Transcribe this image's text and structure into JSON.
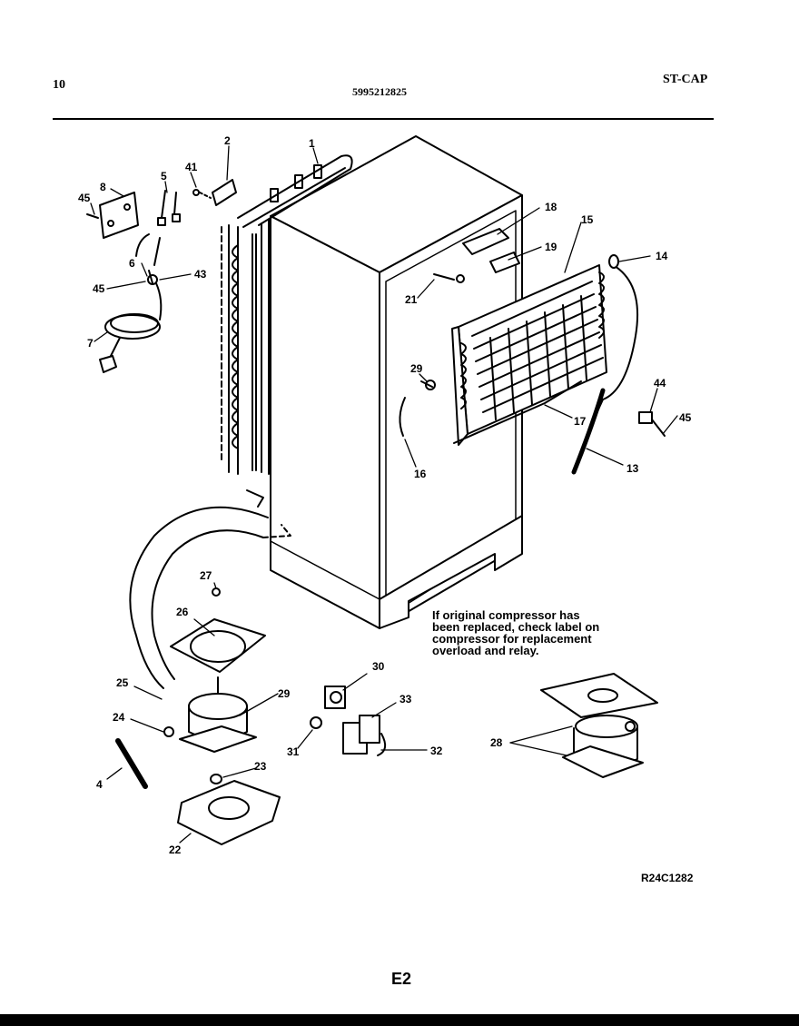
{
  "header": {
    "page_number": "10",
    "model_number": "5995212825",
    "section_code": "ST-CAP"
  },
  "callouts": [
    "1",
    "2",
    "41",
    "5",
    "8",
    "45",
    "6",
    "43",
    "45",
    "7",
    "18",
    "15",
    "14",
    "19",
    "21",
    "29",
    "16",
    "44",
    "45",
    "17",
    "13",
    "27",
    "26",
    "25",
    "24",
    "4",
    "29",
    "23",
    "22",
    "30",
    "33",
    "31",
    "32",
    "28"
  ],
  "note_lines": [
    "If original compressor has",
    "been replaced, check label on",
    "compressor for replacement",
    "overload and relay."
  ],
  "diagram_ref": "R24C1282",
  "page_label": "E2"
}
